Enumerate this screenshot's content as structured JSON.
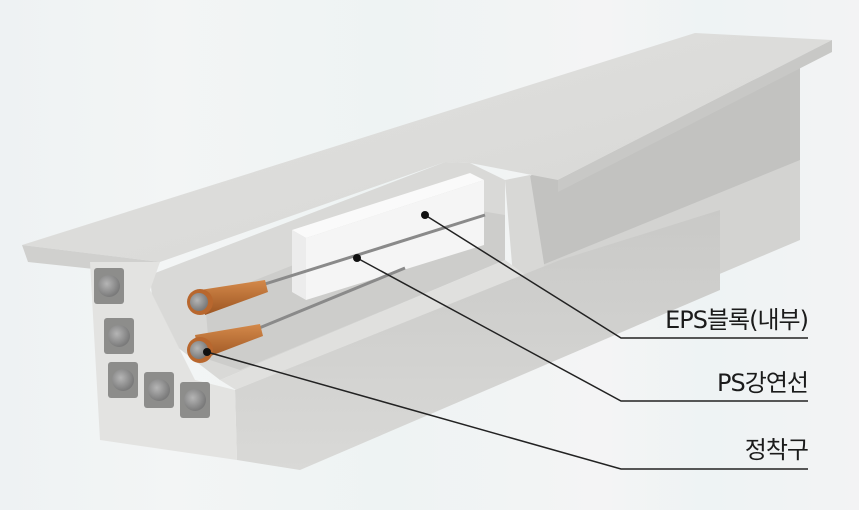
{
  "diagram": {
    "subject": "Precast concrete beam with EPS block and PS strands",
    "labels": [
      {
        "id": "eps-block",
        "text": "EPS블록(내부)"
      },
      {
        "id": "ps-strand",
        "text": "PS강연선"
      },
      {
        "id": "anchorage",
        "text": "정착구"
      }
    ],
    "colors": {
      "background": "#f1f2f3",
      "concrete_top": "#dcdcda",
      "concrete_side": "#cfcfcd",
      "concrete_shadow": "#bdbdbb",
      "eps": "#f7f7f7",
      "anchor": "#b8672e",
      "strand": "#8a8a8a",
      "leader": "#222222"
    }
  }
}
